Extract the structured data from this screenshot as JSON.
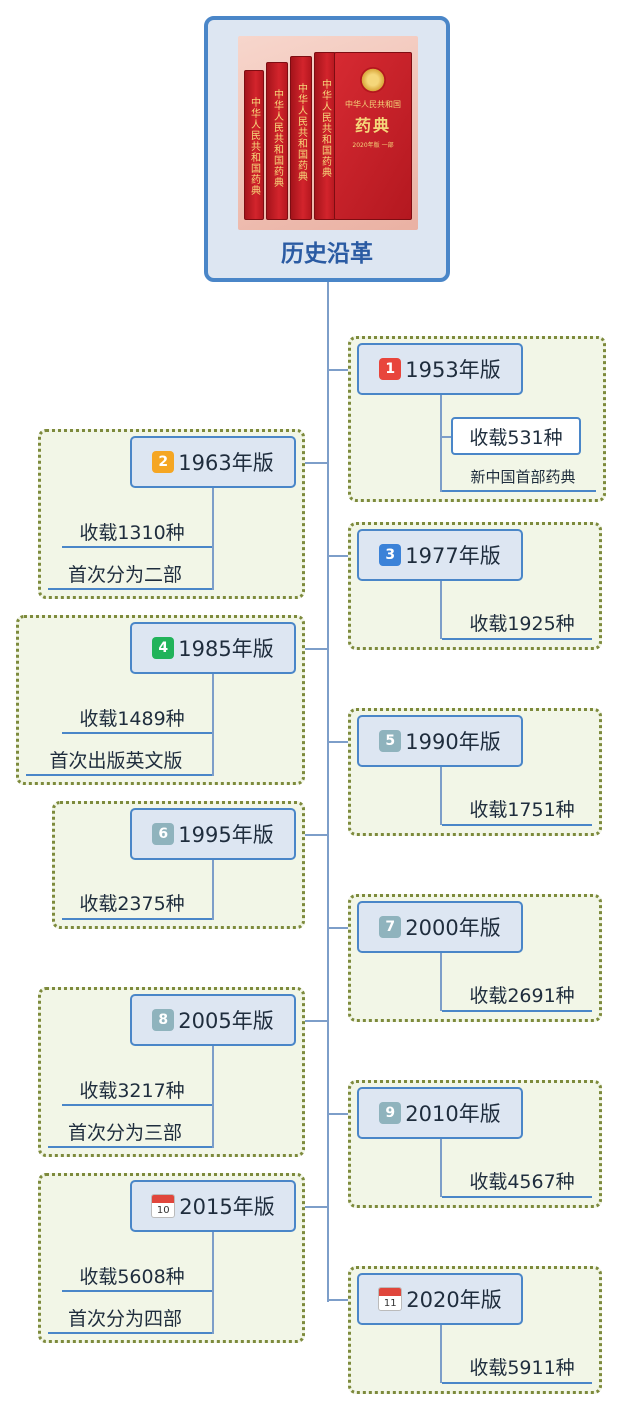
{
  "root": {
    "title": "历史沿革",
    "cover": {
      "spine_text": "中华人民共和国药典",
      "front_title_line1": "中华人民共和国",
      "front_title_line2": "药典",
      "front_edition": "2020年版 一部"
    }
  },
  "editions": [
    {
      "label": "1953年版",
      "badge": "1",
      "badge_color": "#e8453c",
      "items": [
        "收载531种",
        "新中国首部药典"
      ]
    },
    {
      "label": "1963年版",
      "badge": "2",
      "badge_color": "#f5a623",
      "items": [
        "收载1310种",
        "首次分为二部"
      ]
    },
    {
      "label": "1977年版",
      "badge": "3",
      "badge_color": "#3b82d8",
      "items": [
        "收载1925种"
      ]
    },
    {
      "label": "1985年版",
      "badge": "4",
      "badge_color": "#21b35a",
      "items": [
        "收载1489种",
        "首次出版英文版"
      ]
    },
    {
      "label": "1990年版",
      "badge": "5",
      "badge_color": "#8fb3bd",
      "items": [
        "收载1751种"
      ]
    },
    {
      "label": "1995年版",
      "badge": "6",
      "badge_color": "#8fb3bd",
      "items": [
        "收载2375种"
      ]
    },
    {
      "label": "2000年版",
      "badge": "7",
      "badge_color": "#8fb3bd",
      "items": [
        "收载2691种"
      ]
    },
    {
      "label": "2005年版",
      "badge": "8",
      "badge_color": "#8fb3bd",
      "items": [
        "收载3217种",
        "首次分为三部"
      ]
    },
    {
      "label": "2010年版",
      "badge": "9",
      "badge_color": "#8fb3bd",
      "items": [
        "收载4567种"
      ]
    },
    {
      "label": "2015年版",
      "calendar_day": "10",
      "items": [
        "收载5608种",
        "首次分为四部"
      ]
    },
    {
      "label": "2020年版",
      "calendar_day": "11",
      "items": [
        "收载5911种"
      ]
    }
  ],
  "colors": {
    "accent": "#4a86c8",
    "group_border": "#7d8a3c",
    "group_fill": "#f2f6e7"
  }
}
